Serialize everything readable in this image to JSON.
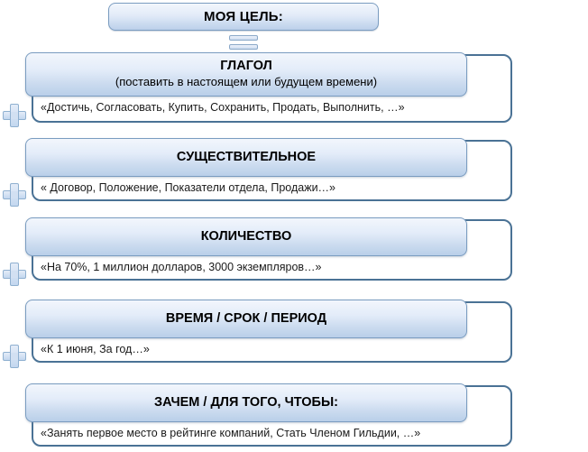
{
  "diagram": {
    "title_box": {
      "label": "МОЯ ЦЕЛЬ:"
    },
    "connector": {
      "equals_icon": "equals-sign",
      "plus_icon": "plus-sign"
    },
    "colors": {
      "header_border": "#7a9cc0",
      "container_border": "#4a7295",
      "header_gradient_top": "#f2f6fc",
      "header_gradient_bottom": "#b9cfe9",
      "plus_fill": "#c3d7ef",
      "text": "#000000",
      "background": "#ffffff"
    },
    "rows": [
      {
        "title": "ГЛАГОЛ",
        "subtitle": "(поставить в настоящем или будущем времени)",
        "example": "«Достичь, Согласовать, Купить, Сохранить, Продать, Выполнить, …»"
      },
      {
        "title": "СУЩЕСТВИТЕЛЬНОЕ",
        "subtitle": "",
        "example": "« Договор, Положение, Показатели отдела, Продажи…»"
      },
      {
        "title": "КОЛИЧЕСТВО",
        "subtitle": "",
        "example": "«На 70%, 1 миллион долларов, 3000 экземпляров…»"
      },
      {
        "title": "ВРЕМЯ / СРОК / ПЕРИОД",
        "subtitle": "",
        "example": "«К 1 июня, За год…»"
      },
      {
        "title": "ЗАЧЕМ / ДЛЯ ТОГО, ЧТОБЫ:",
        "subtitle": "",
        "example": "«Занять первое место в рейтинге компаний, Стать Членом Гильдии, …»"
      }
    ]
  }
}
